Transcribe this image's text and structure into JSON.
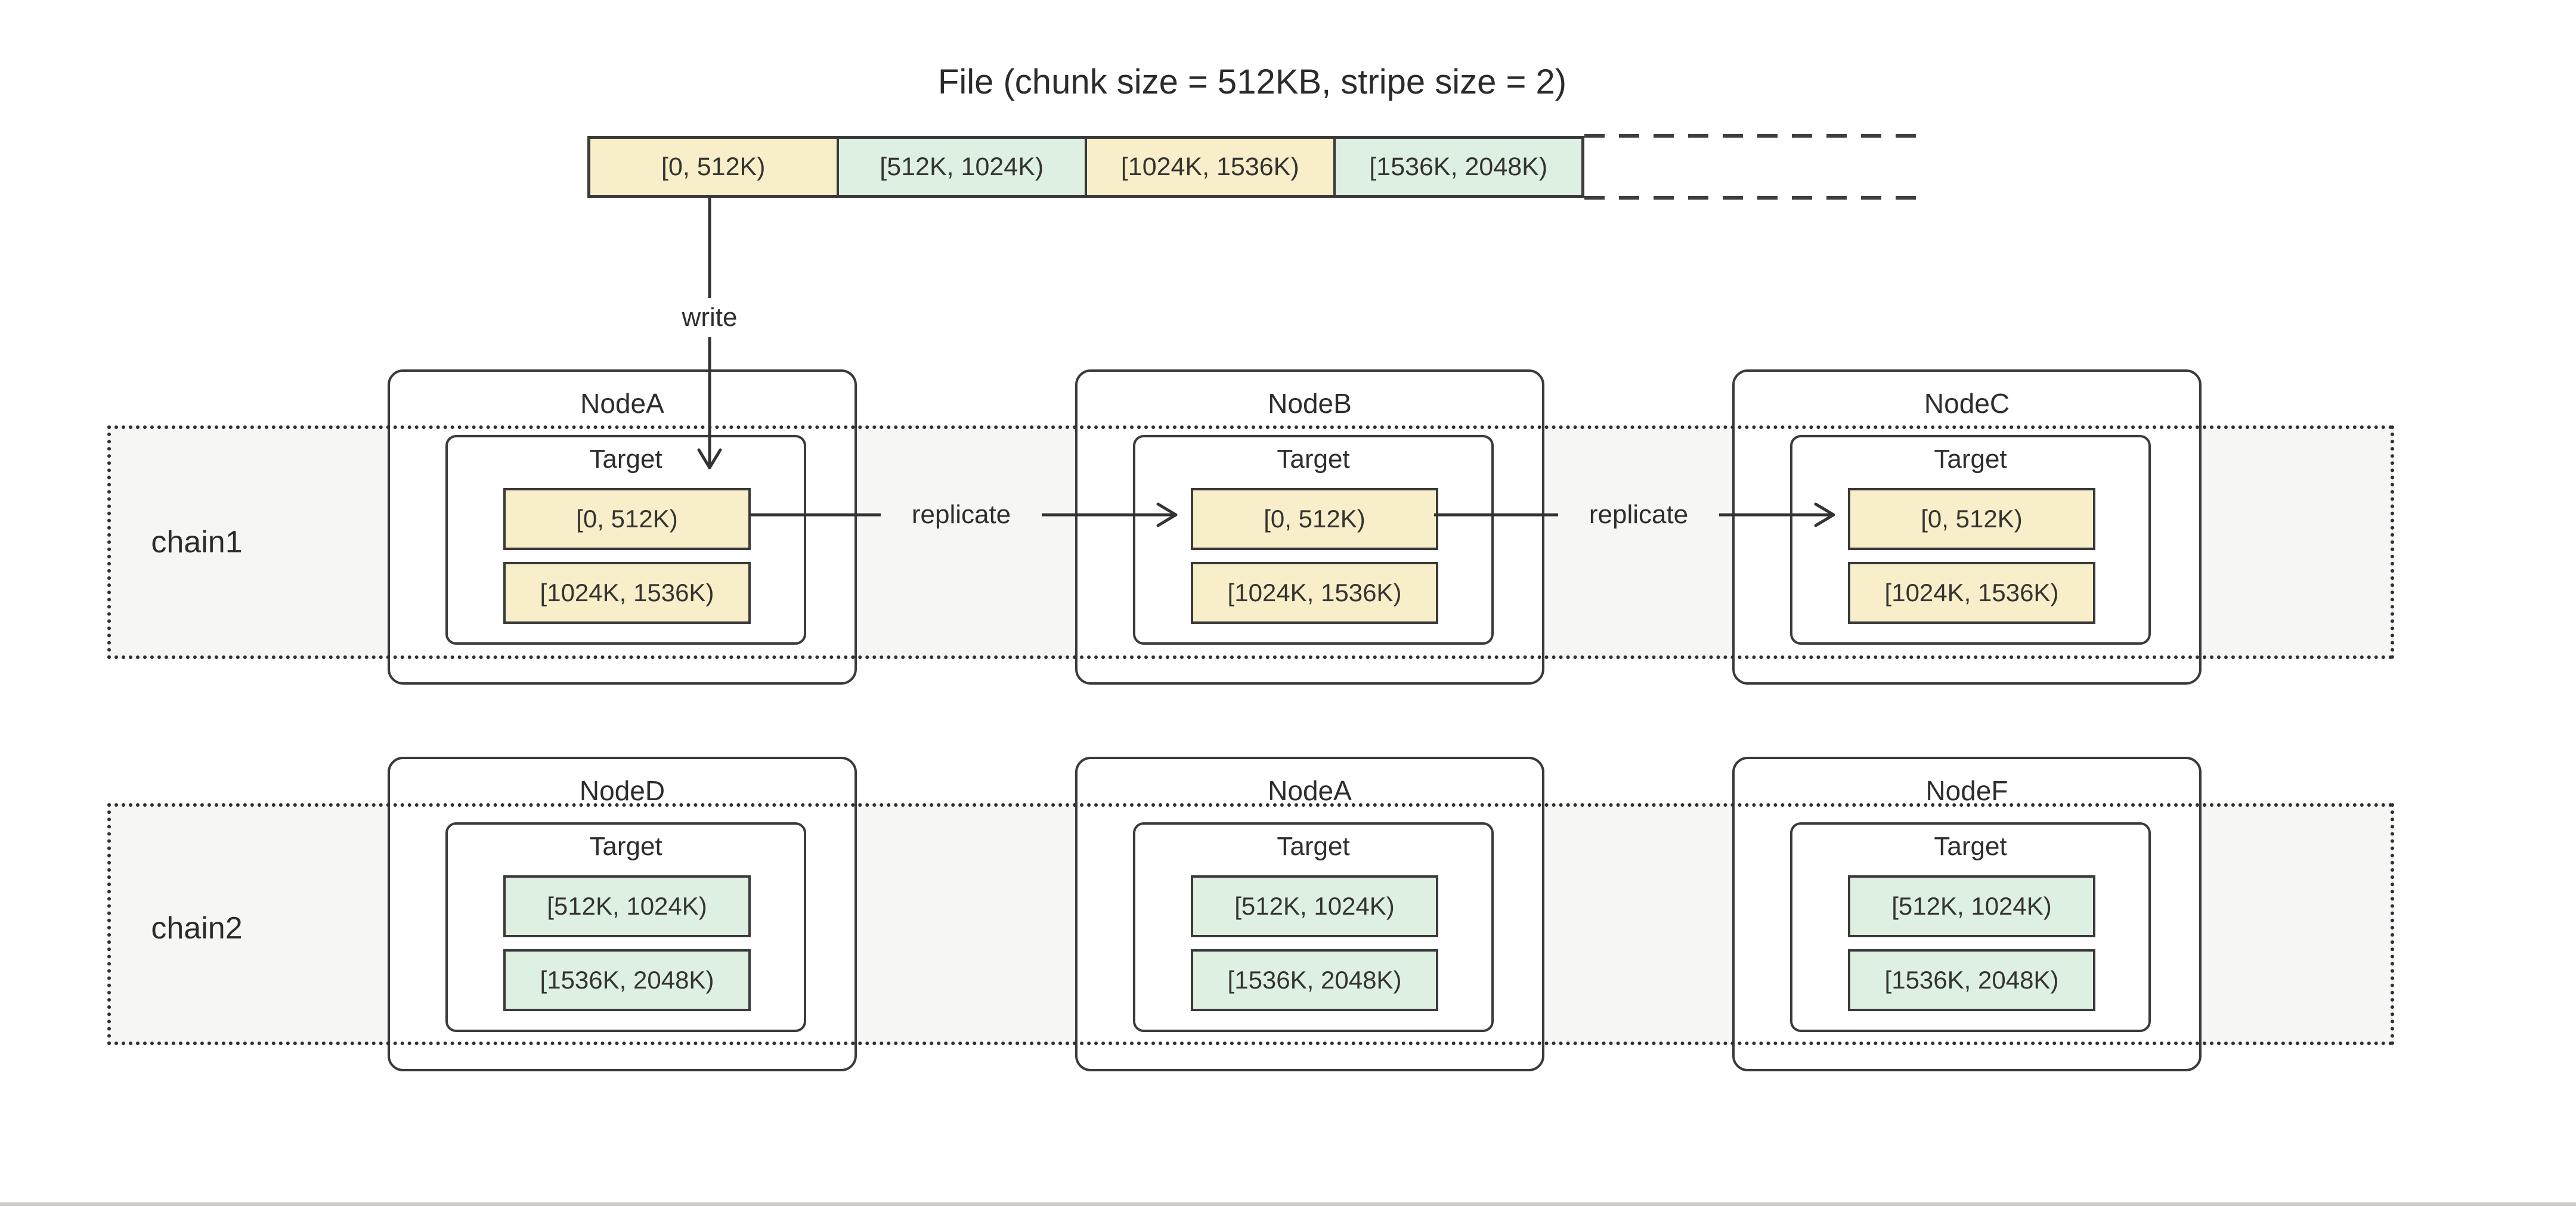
{
  "title": "File (chunk size = 512KB, stripe size = 2)",
  "file": {
    "chunks": [
      {
        "label": "[0, 512K)",
        "color": "yellow"
      },
      {
        "label": "[512K, 1024K)",
        "color": "green"
      },
      {
        "label": "[1024K, 1536K)",
        "color": "yellow"
      },
      {
        "label": "[1536K, 2048K)",
        "color": "green"
      }
    ]
  },
  "labels": {
    "write": "write",
    "replicate": "replicate",
    "target": "Target"
  },
  "chains": [
    {
      "label": "chain1",
      "nodes": [
        {
          "name": "NodeA",
          "chunks": [
            {
              "label": "[0, 512K)",
              "color": "yellow"
            },
            {
              "label": "[1024K, 1536K)",
              "color": "yellow"
            }
          ]
        },
        {
          "name": "NodeB",
          "chunks": [
            {
              "label": "[0, 512K)",
              "color": "yellow"
            },
            {
              "label": "[1024K, 1536K)",
              "color": "yellow"
            }
          ]
        },
        {
          "name": "NodeC",
          "chunks": [
            {
              "label": "[0, 512K)",
              "color": "yellow"
            },
            {
              "label": "[1024K, 1536K)",
              "color": "yellow"
            }
          ]
        }
      ]
    },
    {
      "label": "chain2",
      "nodes": [
        {
          "name": "NodeD",
          "chunks": [
            {
              "label": "[512K, 1024K)",
              "color": "green"
            },
            {
              "label": "[1536K, 2048K)",
              "color": "green"
            }
          ]
        },
        {
          "name": "NodeA",
          "chunks": [
            {
              "label": "[512K, 1024K)",
              "color": "green"
            },
            {
              "label": "[1536K, 2048K)",
              "color": "green"
            }
          ]
        },
        {
          "name": "NodeF",
          "chunks": [
            {
              "label": "[512K, 1024K)",
              "color": "green"
            },
            {
              "label": "[1536K, 2048K)",
              "color": "green"
            }
          ]
        }
      ]
    }
  ],
  "colors": {
    "chunk_yellow": "#f8eeca",
    "chunk_green": "#def0e2",
    "chain_background": "#f6f6f4",
    "border": "#3a3a3a",
    "text": "#2e2e2e",
    "page_edge": "#cbcac5"
  }
}
